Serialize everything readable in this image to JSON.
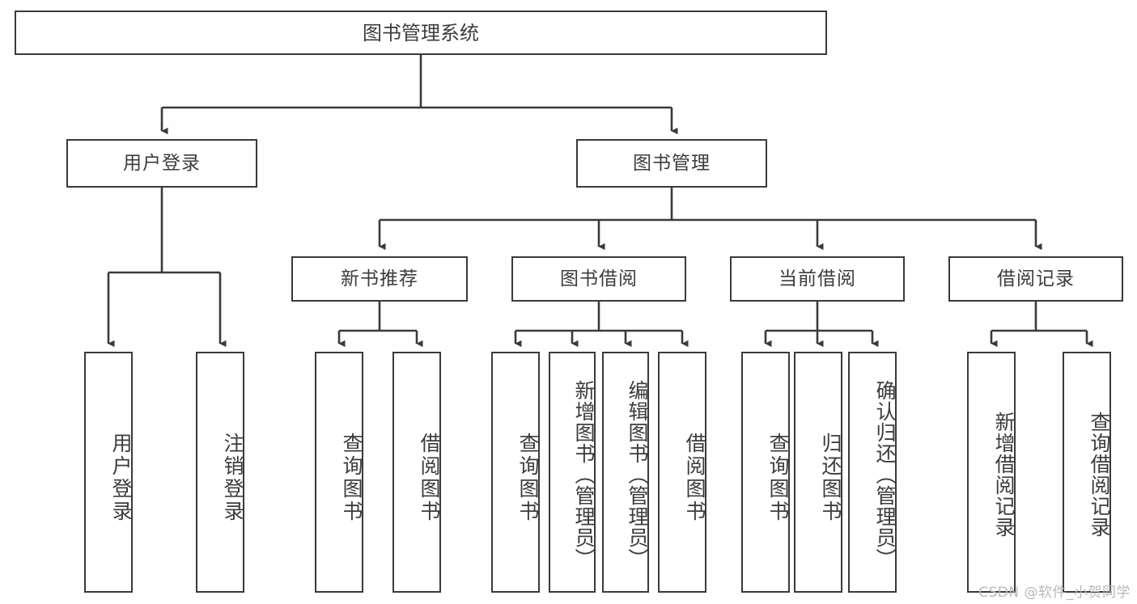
{
  "diagram": {
    "title": "图书管理系统",
    "watermark": "CSDN @软件_小贺同学",
    "colors": {
      "background": "#fefefe",
      "box_fill": "#ffffff",
      "stroke": "#3a3a3a",
      "text": "#3c3c3c",
      "watermark": "#b9b9b9"
    },
    "root": {
      "label": "图书管理系统"
    },
    "level2": [
      {
        "label": "用户登录"
      },
      {
        "label": "图书管理"
      }
    ],
    "level3": [
      {
        "label": "新书推荐"
      },
      {
        "label": "图书借阅"
      },
      {
        "label": "当前借阅"
      },
      {
        "label": "借阅记录"
      }
    ],
    "leaves": {
      "user_login": [
        {
          "label": "用户登录"
        },
        {
          "label": "注销登录"
        }
      ],
      "new_book_recommend": [
        {
          "label": "查询图书"
        },
        {
          "label": "借阅图书"
        }
      ],
      "book_borrow": [
        {
          "label": "查询图书"
        },
        {
          "label": "新增图书（管理员）"
        },
        {
          "label": "编辑图书（管理员）"
        },
        {
          "label": "借阅图书"
        }
      ],
      "current_borrow": [
        {
          "label": "查询图书"
        },
        {
          "label": "归还图书"
        },
        {
          "label": "确认归还（管理员）"
        }
      ],
      "borrow_record": [
        {
          "label": "新增借阅记录"
        },
        {
          "label": "查询借阅记录"
        }
      ]
    }
  }
}
